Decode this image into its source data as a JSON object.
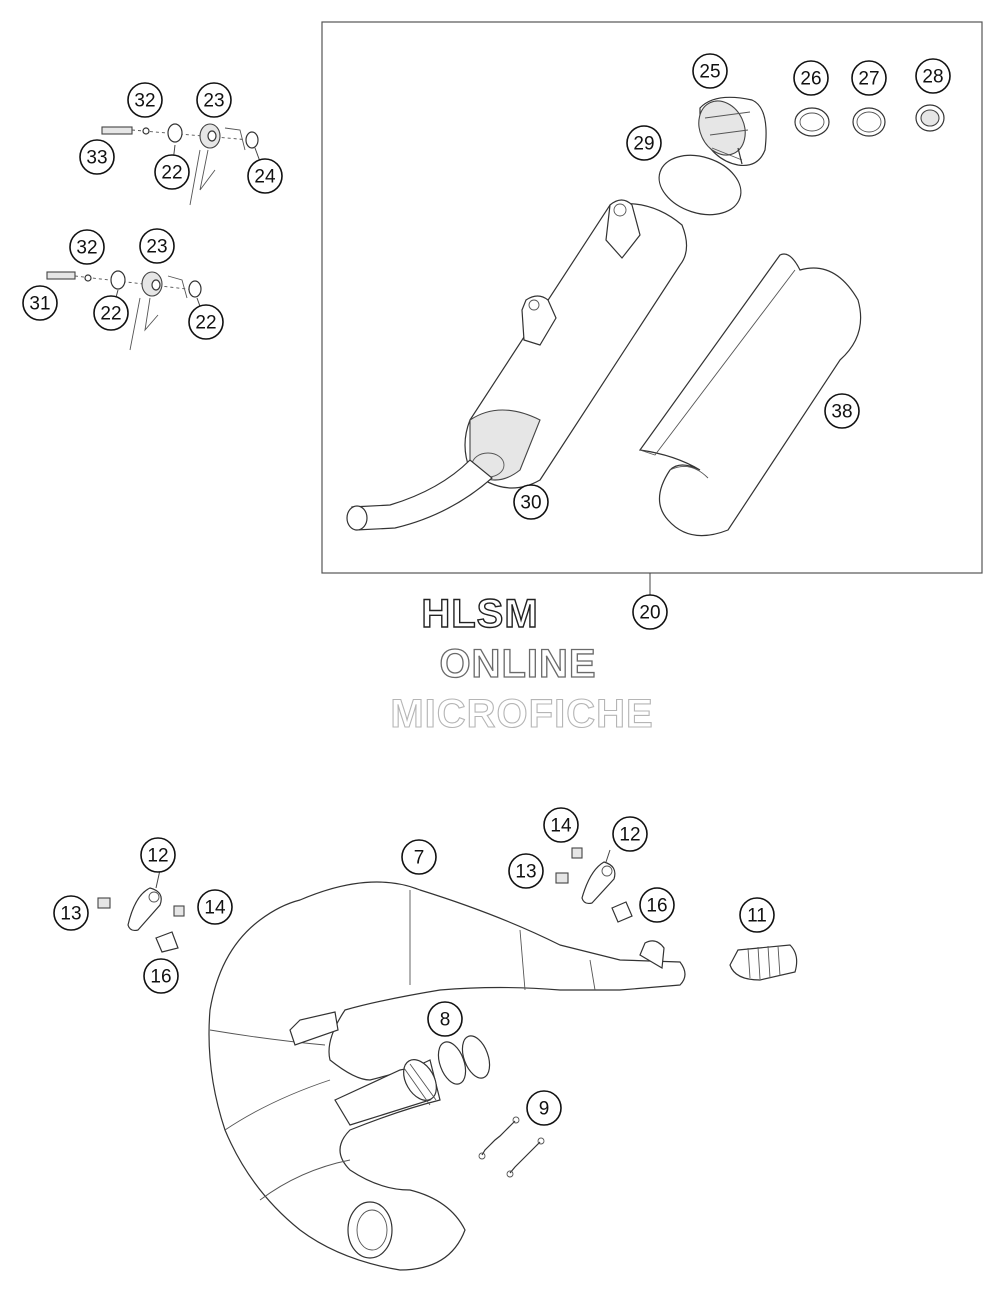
{
  "watermark": {
    "line1": "HLSM",
    "line2": "ONLINE",
    "line3": "MICROFICHE"
  },
  "callouts": [
    {
      "id": "c-32a",
      "label": "32"
    },
    {
      "id": "c-23a",
      "label": "23"
    },
    {
      "id": "c-33",
      "label": "33"
    },
    {
      "id": "c-22a",
      "label": "22"
    },
    {
      "id": "c-24",
      "label": "24"
    },
    {
      "id": "c-32b",
      "label": "32"
    },
    {
      "id": "c-23b",
      "label": "23"
    },
    {
      "id": "c-31",
      "label": "31"
    },
    {
      "id": "c-22b",
      "label": "22"
    },
    {
      "id": "c-22c",
      "label": "22"
    },
    {
      "id": "c-25",
      "label": "25"
    },
    {
      "id": "c-26",
      "label": "26"
    },
    {
      "id": "c-27",
      "label": "27"
    },
    {
      "id": "c-28",
      "label": "28"
    },
    {
      "id": "c-29",
      "label": "29"
    },
    {
      "id": "c-38",
      "label": "38"
    },
    {
      "id": "c-30",
      "label": "30"
    },
    {
      "id": "c-20",
      "label": "20"
    },
    {
      "id": "c-14a",
      "label": "14"
    },
    {
      "id": "c-12a",
      "label": "12"
    },
    {
      "id": "c-13a",
      "label": "13"
    },
    {
      "id": "c-16a",
      "label": "16"
    },
    {
      "id": "c-7",
      "label": "7"
    },
    {
      "id": "c-11",
      "label": "11"
    },
    {
      "id": "c-12b",
      "label": "12"
    },
    {
      "id": "c-13b",
      "label": "13"
    },
    {
      "id": "c-14b",
      "label": "14"
    },
    {
      "id": "c-16b",
      "label": "16"
    },
    {
      "id": "c-8",
      "label": "8"
    },
    {
      "id": "c-9",
      "label": "9"
    }
  ]
}
